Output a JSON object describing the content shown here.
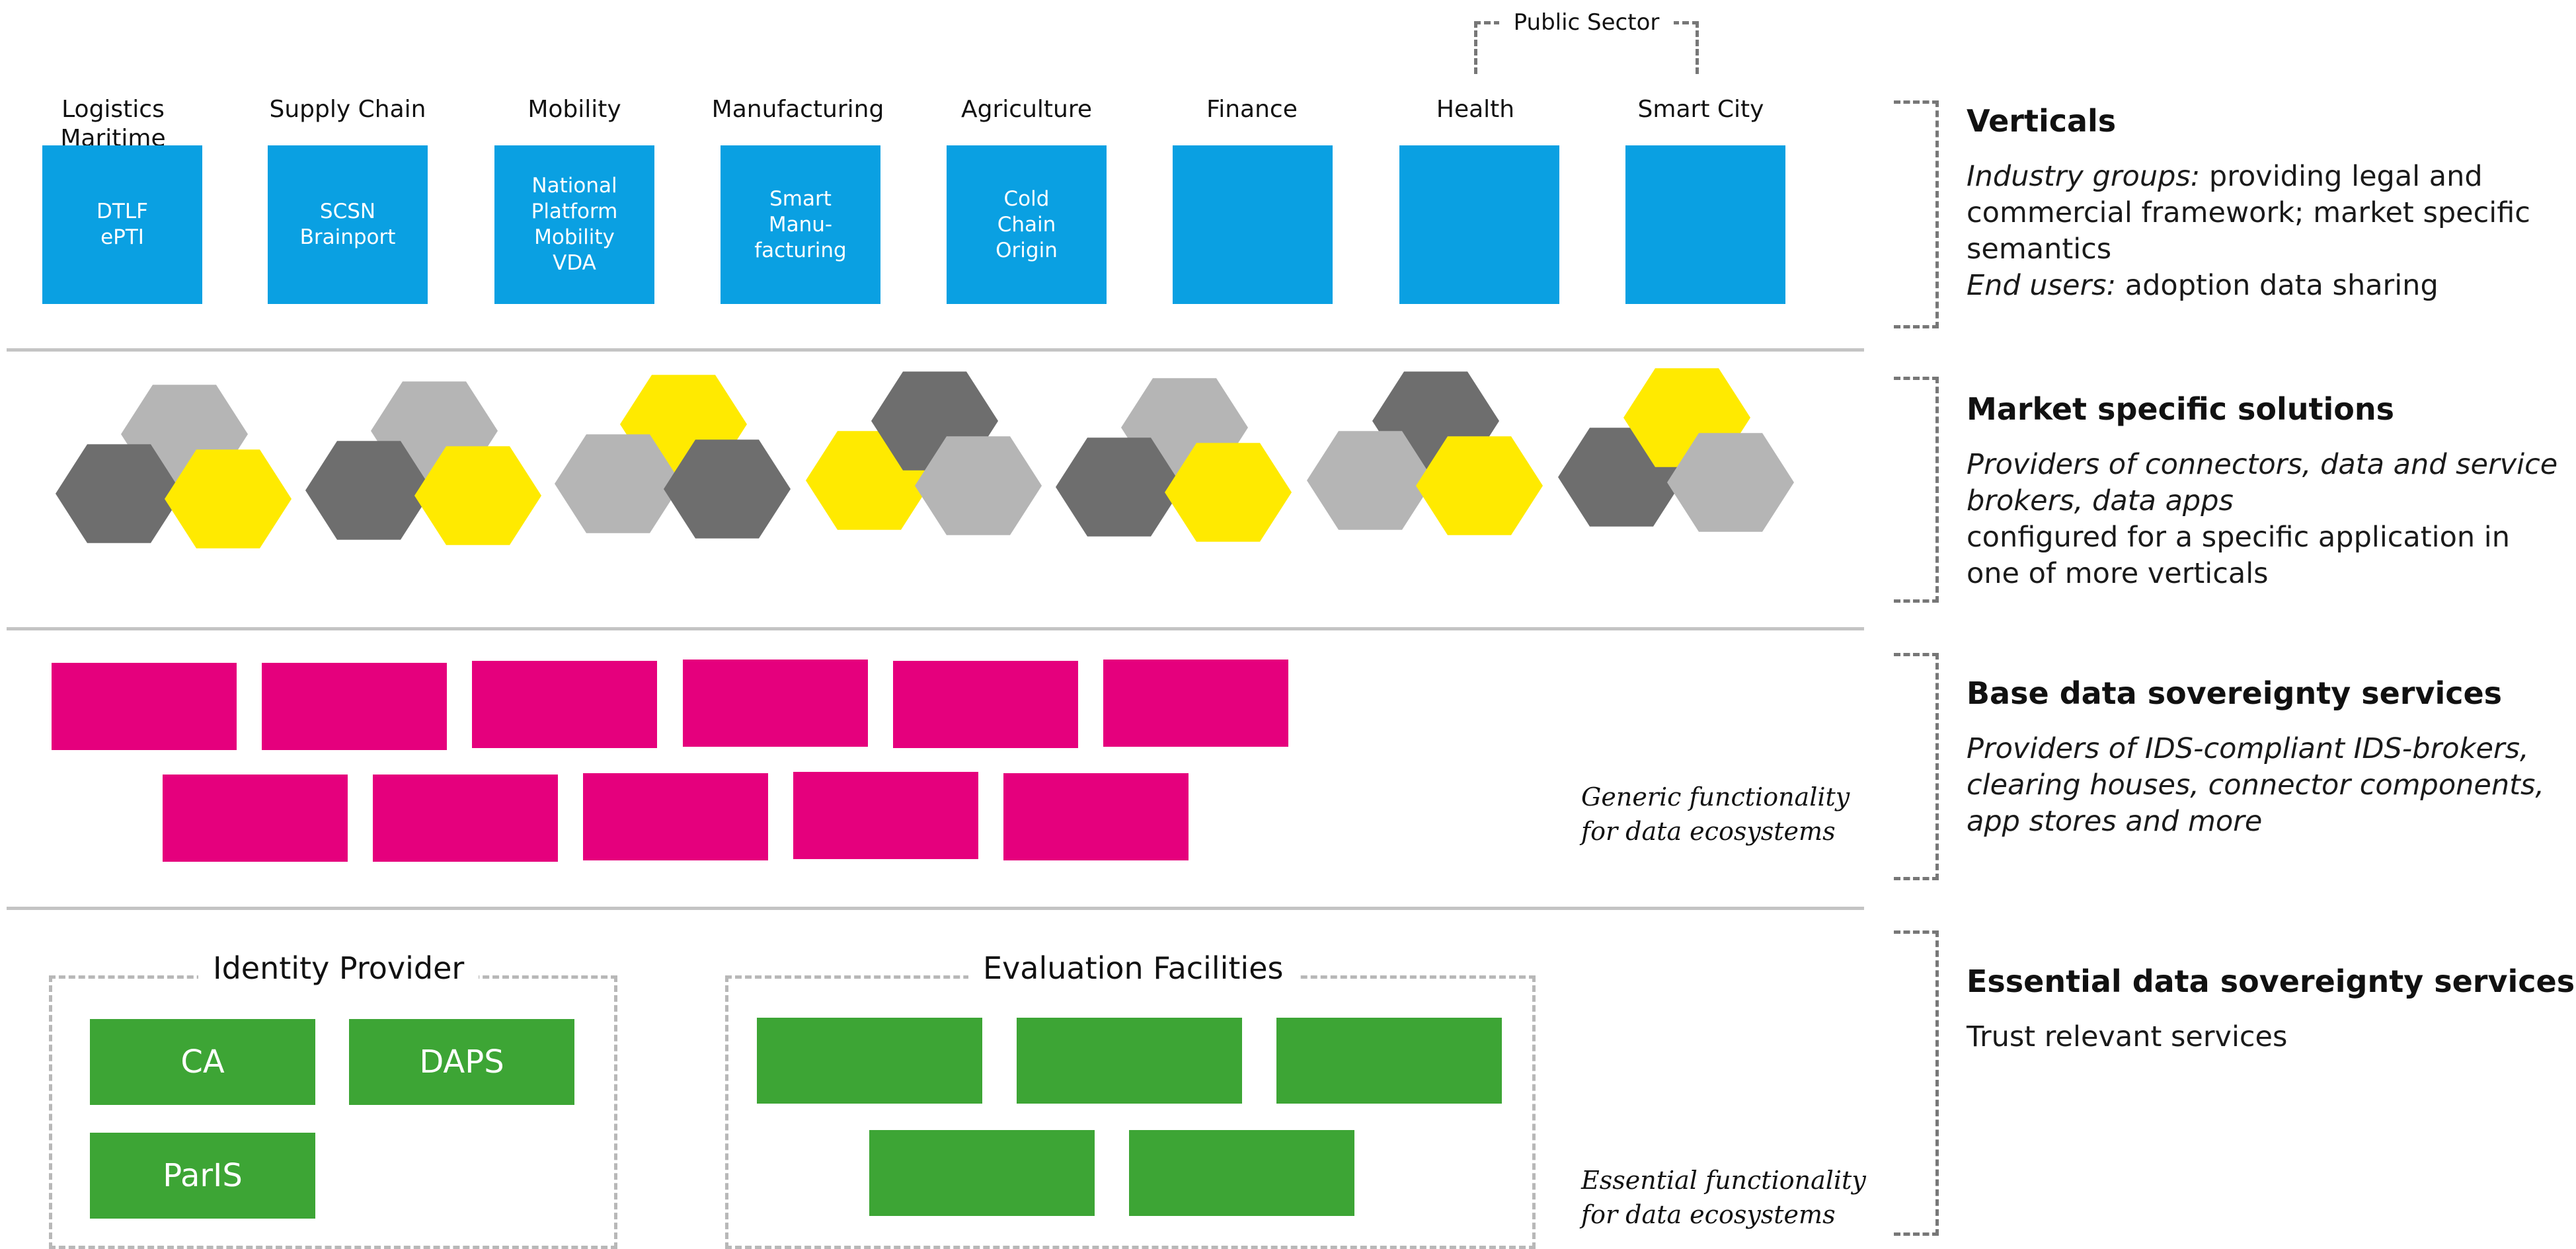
{
  "public_sector_label": "Public Sector",
  "verticals": [
    {
      "label": "Logistics Maritime",
      "box": "DTLF\nePTI"
    },
    {
      "label": "Supply Chain",
      "box": "SCSN\nBrainport"
    },
    {
      "label": "Mobility",
      "box": "National\nPlatform\nMobility\nVDA"
    },
    {
      "label": "Manufacturing",
      "box": "Smart\nManu-\nfacturing"
    },
    {
      "label": "Agriculture",
      "box": "Cold\nChain\nOrigin"
    },
    {
      "label": "Finance",
      "box": ""
    },
    {
      "label": "Health",
      "box": ""
    },
    {
      "label": "Smart City",
      "box": ""
    }
  ],
  "sections": {
    "verticals": {
      "title": "Verticals",
      "line1_em": "Industry groups:",
      "line1_rest": " providing legal and commercial framework; market specific semantics",
      "line2_em": "End users:",
      "line2_rest": " adoption data sharing"
    },
    "market": {
      "title": "Market specific solutions",
      "desc_em": "Providers of connectors, data and service brokers, data apps",
      "desc_rest": "configured for a specific application in one of more verticals"
    },
    "base": {
      "title": "Base data sovereignty services",
      "desc_em": "Providers of IDS-compliant IDS-brokers, clearing houses, connector components, app stores and more"
    },
    "essential": {
      "title": "Essential data sovereignty services",
      "desc": "Trust relevant services"
    }
  },
  "notes": {
    "generic_1": "Generic functionality",
    "generic_2": "for data ecosystems",
    "essential_1": "Essential functionality",
    "essential_2": "for data ecosystems"
  },
  "identity_provider": {
    "label": "Identity Provider",
    "items": [
      "CA",
      "DAPS",
      "ParIS"
    ]
  },
  "evaluation_facilities": {
    "label": "Evaluation Facilities"
  },
  "hex_colors": {
    "light_gray": "#b5b5b5",
    "dark_gray": "#6e6e6e",
    "yellow": "#ffea00"
  },
  "colors": {
    "vertical_blue": "#0aa0e2",
    "base_pink": "#e5007d",
    "essential_green": "#3da535"
  }
}
